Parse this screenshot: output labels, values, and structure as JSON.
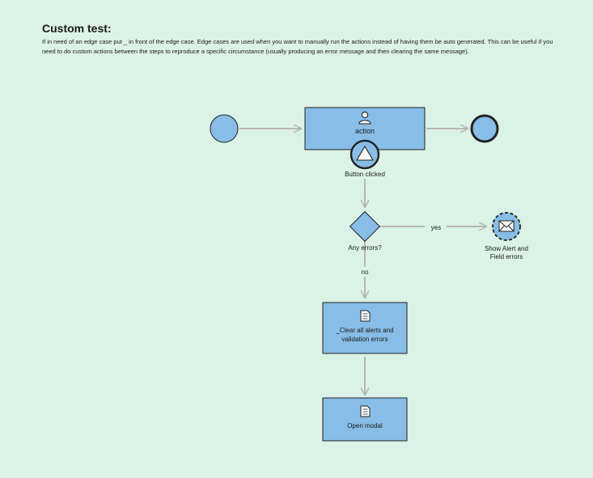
{
  "header": {
    "title": "Custom test:",
    "description": "If in need of an edge case put _ in front of the edge case. Edge cases are used when you want to manually run the actions instead of having them be auto generated. This can be useful if you need to do custom actions between the steps to reproduce a specific circumstance (usually producing an error message and then clearing the same message)."
  },
  "diagram": {
    "action_label": "action",
    "boundary_event_label": "Button clicked",
    "gateway_label": "Any errors?",
    "yes_label": "yes",
    "no_label": "no",
    "message_event_label_line1": "Show Alert and",
    "message_event_label_line2": "Field errors",
    "clear_task_label_line1": "_Clear all alerts and",
    "clear_task_label_line2": "validation errors",
    "open_modal_label": "Open modal"
  },
  "colors": {
    "background": "#dbf3e6",
    "node_fill": "#87bde6",
    "arrow": "#b5b5b5",
    "stroke": "#222222"
  },
  "icons": [
    "user-icon",
    "triangle-icon",
    "envelope-icon",
    "document-icon"
  ]
}
